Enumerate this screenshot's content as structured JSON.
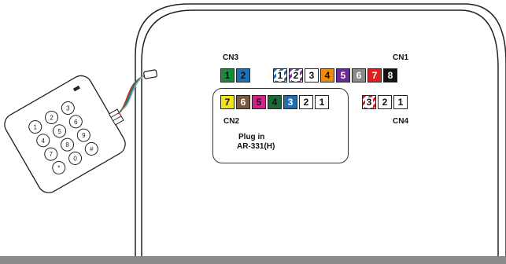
{
  "labels": {
    "cn1": "CN1",
    "cn2": "CN2",
    "cn3": "CN3",
    "cn4": "CN4",
    "plug_line1": "Plug in",
    "plug_line2": "AR-331(H)"
  },
  "connectors": {
    "cn3": [
      {
        "pin": "1",
        "color": "#1a8a3a",
        "pattern": "solid",
        "text": "dark"
      },
      {
        "pin": "2",
        "color": "#1f6fb5",
        "pattern": "solid",
        "text": "dark"
      }
    ],
    "cn1": [
      {
        "pin": "1",
        "color": "#1f6fb5",
        "pattern": "striped",
        "text": "dark"
      },
      {
        "pin": "2",
        "color": "#7a3a9a",
        "pattern": "striped",
        "text": "dark"
      },
      {
        "pin": "3",
        "color": "#ffffff",
        "pattern": "solid",
        "text": "dark"
      },
      {
        "pin": "4",
        "color": "#f08a10",
        "pattern": "solid",
        "text": "dark"
      },
      {
        "pin": "5",
        "color": "#6a2a9a",
        "pattern": "solid",
        "text": "light"
      },
      {
        "pin": "6",
        "color": "#8a8a8a",
        "pattern": "solid",
        "text": "light"
      },
      {
        "pin": "7",
        "color": "#e02020",
        "pattern": "solid",
        "text": "light"
      },
      {
        "pin": "8",
        "color": "#111111",
        "pattern": "solid",
        "text": "light"
      }
    ],
    "cn2": [
      {
        "pin": "7",
        "color": "#f2e21a",
        "pattern": "solid",
        "text": "dark"
      },
      {
        "pin": "6",
        "color": "#7a5a3a",
        "pattern": "solid",
        "text": "light"
      },
      {
        "pin": "5",
        "color": "#d6208a",
        "pattern": "solid",
        "text": "dark"
      },
      {
        "pin": "4",
        "color": "#1a6a3a",
        "pattern": "solid",
        "text": "dark"
      },
      {
        "pin": "3",
        "color": "#1f6fb5",
        "pattern": "solid",
        "text": "light"
      },
      {
        "pin": "2",
        "color": "#ffffff",
        "pattern": "solid",
        "text": "dark"
      },
      {
        "pin": "1",
        "color": "#ffffff",
        "pattern": "solid",
        "text": "dark"
      }
    ],
    "cn4": [
      {
        "pin": "3",
        "color": "#e02020",
        "pattern": "striped",
        "text": "dark"
      },
      {
        "pin": "2",
        "color": "#ffffff",
        "pattern": "solid",
        "text": "dark"
      },
      {
        "pin": "1",
        "color": "#ffffff",
        "pattern": "solid",
        "text": "dark"
      }
    ]
  },
  "keypad": {
    "keys": [
      "1",
      "2",
      "3",
      "4",
      "5",
      "6",
      "7",
      "8",
      "9",
      "*",
      "0",
      "#"
    ],
    "cable_colors": [
      "#e02020",
      "#1a8a3a",
      "#1f6fb5",
      "#aaaaaa"
    ]
  }
}
